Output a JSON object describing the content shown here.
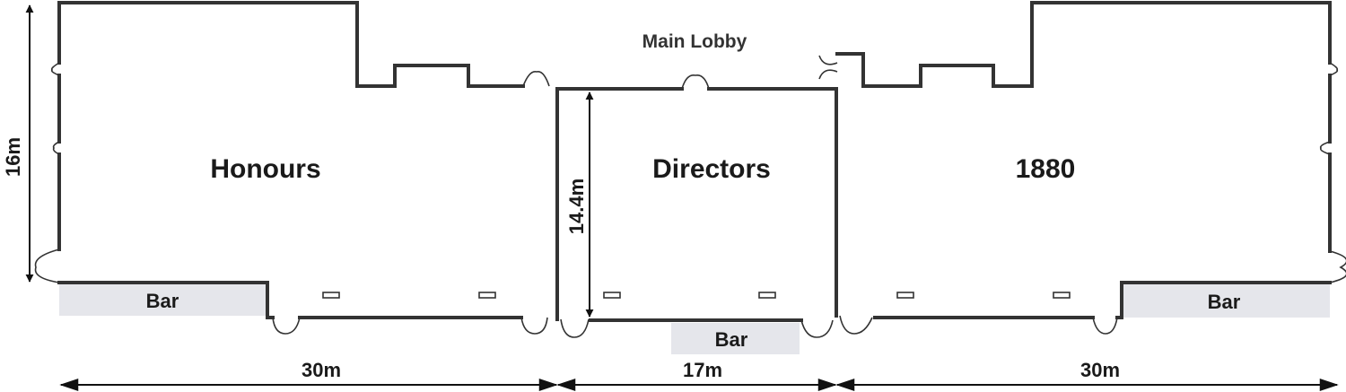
{
  "rooms": {
    "honours": "Honours",
    "directors": "Directors",
    "r1880": "1880"
  },
  "lobby": "Main Lobby",
  "bars": {
    "left": "Bar",
    "center": "Bar",
    "right": "Bar"
  },
  "dimensions": {
    "height_left": "16m",
    "height_center": "14.4m",
    "width_left": "30m",
    "width_center": "17m",
    "width_right": "30m"
  },
  "colors": {
    "wall": "#333333",
    "bar_fill": "#e5e6eb"
  }
}
